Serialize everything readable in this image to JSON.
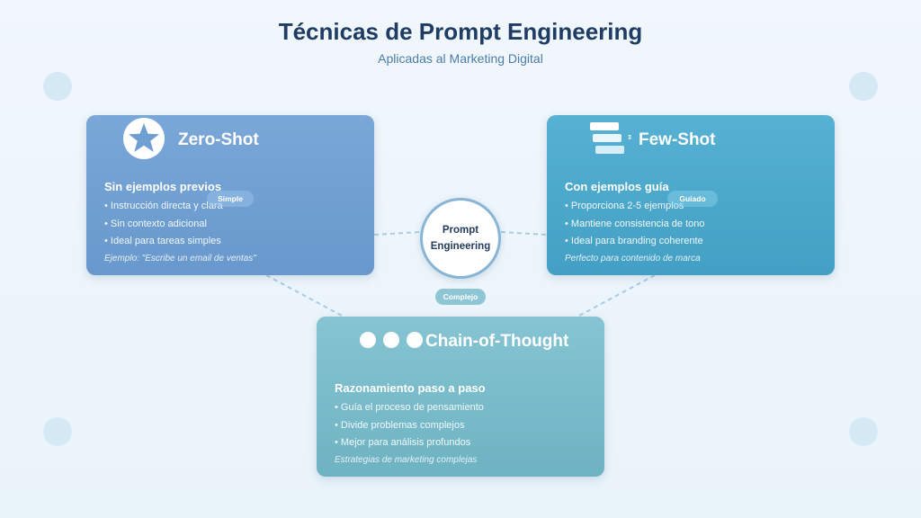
{
  "header": {
    "title": "Técnicas de Prompt Engineering",
    "subtitle": "Aplicadas al Marketing Digital"
  },
  "center": {
    "line1": "Prompt",
    "line2": "Engineering"
  },
  "connectors": {
    "zero_shot": "Simple",
    "few_shot": "Guiado",
    "chain_of_thought": "Complejo"
  },
  "cards": {
    "zero_shot": {
      "title": "Zero-Shot",
      "icon": "star-icon",
      "heading": "Sin ejemplos previos",
      "items": [
        "• Instrucción directa y clara",
        "• Sin contexto adicional",
        "• Ideal para tareas simples"
      ],
      "note": "Ejemplo: \"Escribe un email de ventas\"",
      "color": "#6f9fd2"
    },
    "few_shot": {
      "title": "Few-Shot",
      "icon": "stacked-examples-icon",
      "icon_badge": "3",
      "heading": "Con ejemplos guía",
      "items": [
        "• Proporciona 2-5 ejemplos",
        "• Mantiene consistencia de tono",
        "• Ideal para branding coherente"
      ],
      "note": "Perfecto para contenido de marca",
      "color": "#4aa8cb"
    },
    "chain_of_thought": {
      "title": "Chain-of-Thought",
      "icon": "three-dots-icon",
      "heading": "Razonamiento paso a paso",
      "items": [
        "• Guía el proceso de pensamiento",
        "• Divide problemas complejos",
        "• Mejor para análisis profundos"
      ],
      "note": "Estrategias de marketing complejas",
      "color": "#79bbca"
    }
  }
}
